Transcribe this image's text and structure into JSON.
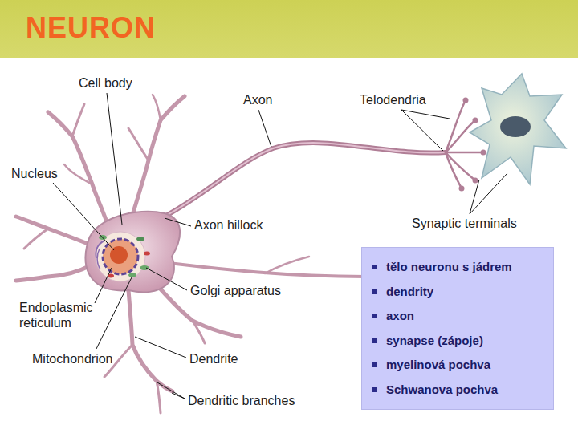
{
  "diagram": {
    "title": "NEURON",
    "nodes": [
      {
        "text": [
          "tělo neuronu s jádrem",
          "dendrity",
          "axon",
          "synapse (zápoje)",
          "myelinová pochva",
          "Schwanova pochva"
        ]
      }
    ],
    "edges": [],
    "labels": [
      "Cell body",
      "Axon",
      "Telodendria",
      "Nucleus",
      "Axon hillock",
      "Synaptic terminals",
      "Golgi apparatus",
      "Endoplasmic reticulum",
      "Mitochondrion",
      "Dendrite",
      "Dendritic branches"
    ]
  }
}
